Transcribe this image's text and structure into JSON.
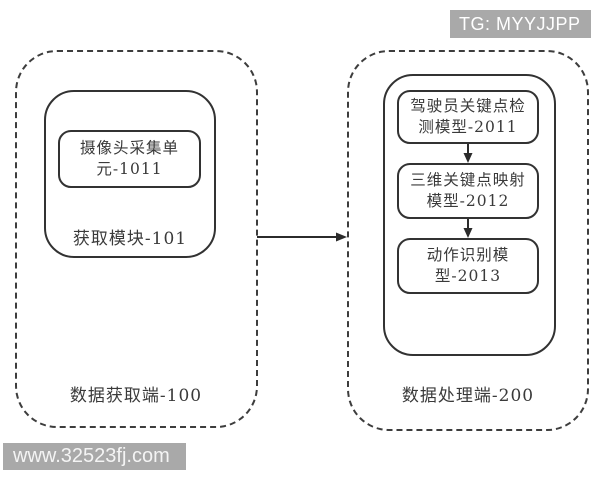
{
  "badge": {
    "text": "TG: MYYJJPP"
  },
  "watermark": {
    "text": "www.32523fj.com"
  },
  "left_container": {
    "bottom_label": "数据获取端-100",
    "module": {
      "label": "获取模块-101",
      "unit_box": {
        "line1": "摄像头采集单",
        "line2": "元-1011"
      }
    }
  },
  "right_container": {
    "bottom_label": "数据处理端-200",
    "module": {
      "boxes": [
        {
          "line1": "驾驶员关键点检",
          "line2": "测模型-2011"
        },
        {
          "line1": "三维关键点映射",
          "line2": "模型-2012"
        },
        {
          "line1": "动作识别模",
          "line2": "型-2013"
        }
      ]
    }
  },
  "colors": {
    "line": "#2b2b2b",
    "badge_background": "#a9a9a9",
    "text": "#3a3a3a"
  }
}
